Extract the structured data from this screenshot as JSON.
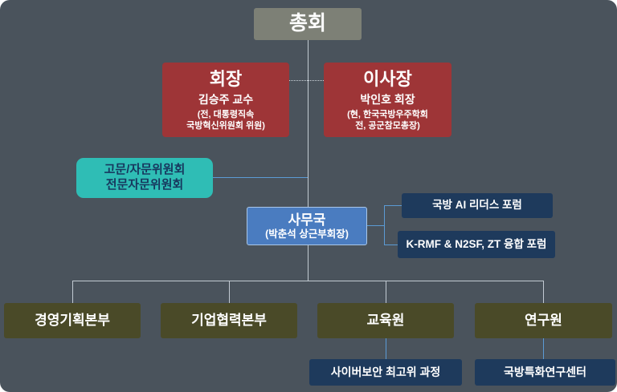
{
  "colors": {
    "background": "#4a535c",
    "assembly_box": "#7d8076",
    "executive_box": "#9e3537",
    "advisory_box": "#2fbdb5",
    "secretariat_box": "#4a7cc0",
    "forum_box": "#1e3a5c",
    "division_box": "#4a4a28",
    "connector_gray": "#c2cad2",
    "connector_blue": "#5b9bd5",
    "advisory_text": "#17375e"
  },
  "org": {
    "assembly": {
      "title": "총회"
    },
    "chairman": {
      "title": "회장",
      "person": "김승주 교수",
      "note_line1": "(전, 대통령직속",
      "note_line2": "국방혁신위원회 위원)"
    },
    "director": {
      "title": "이사장",
      "person": "박인호 회장",
      "note_line1": "(현, 한국국방우주학회",
      "note_line2": "전, 공군참모총장)"
    },
    "advisory": {
      "line1": "고문/자문위원회",
      "line2": "전문자문위원회"
    },
    "secretariat": {
      "title": "사무국",
      "subtitle": "(박춘석 상근부회장)"
    },
    "forums": [
      {
        "label": "국방 AI 리더스 포럼"
      },
      {
        "label": "K-RMF & N2SF, ZT 융합 포럼"
      }
    ],
    "divisions": [
      {
        "label": "경영기획본부"
      },
      {
        "label": "기업협력본부"
      },
      {
        "label": "교육원"
      },
      {
        "label": "연구원"
      }
    ],
    "sub_units": [
      {
        "label": "사이버보안 최고위 과정"
      },
      {
        "label": "국방특화연구센터"
      }
    ]
  }
}
